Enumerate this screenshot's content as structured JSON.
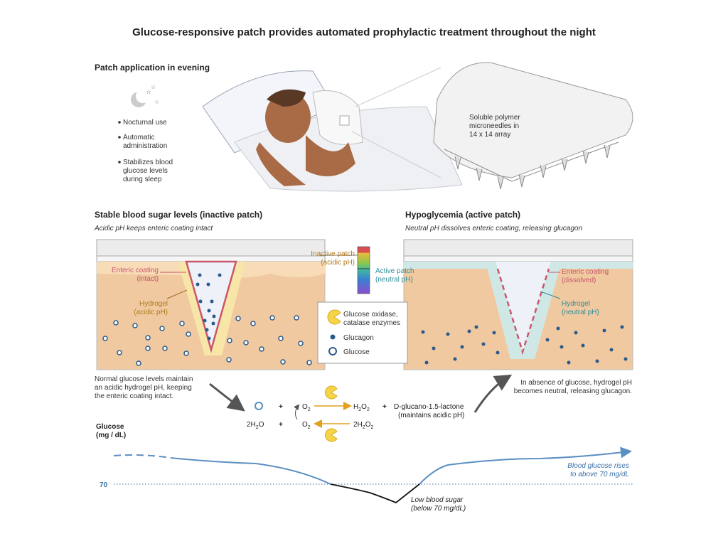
{
  "title": "Glucose-responsive patch provides automated prophylactic treatment throughout the night",
  "application": {
    "heading": "Patch application in evening",
    "bullets": [
      [
        "Nocturnal use"
      ],
      [
        "Automatic",
        "administration"
      ],
      [
        "Stabilizes blood",
        "glucose levels",
        "during sleep"
      ]
    ],
    "patch_caption": [
      "Soluble polymer",
      "microneedles in",
      "14 x 14 array"
    ]
  },
  "stable": {
    "heading": "Stable blood sugar levels (inactive patch)",
    "subtitle": "Acidic pH keeps enteric coating intact",
    "enteric": [
      "Enteric coating",
      "(intact)"
    ],
    "hydrogel": [
      "Hydrogel",
      "(acidic pH)"
    ],
    "caption": [
      "Normal glucose levels maintain",
      "an acidic hydrogel pH, keeping",
      "the enteric coating intact."
    ]
  },
  "hypo": {
    "heading": "Hypoglycemia (active patch)",
    "subtitle": "Neutral pH dissolves enteric coating, releasing glucagon",
    "enteric": [
      "Enteric coating",
      "(dissolved)"
    ],
    "hydrogel": [
      "Hydrogel",
      "(neutral pH)"
    ],
    "caption": [
      "In absence of glucose, hydrogel pH",
      "becomes neutral, releasing glucagon."
    ]
  },
  "ph_scale": {
    "inactive": [
      "Inactive patch",
      "(acidic pH)"
    ],
    "active": [
      "Active patch",
      "(neutral pH)"
    ]
  },
  "legend": {
    "enzyme": [
      "Glucose oxidase,",
      "catalase enzymes"
    ],
    "glucagon": "Glucagon",
    "glucose": "Glucose"
  },
  "reaction": {
    "plus": "+",
    "o2": "O",
    "h2o2": "H",
    "two_h2o": "2H",
    "two_h2o2": "2H",
    "lactone": [
      "D-glucano-1.5-lactone",
      "(maintains acidic pH)"
    ]
  },
  "glucose_chart": {
    "ylabel": [
      "Glucose",
      "(mg / dL)"
    ],
    "threshold_label": "70",
    "threshold": 70,
    "rise_label": [
      "Blood glucose rises",
      "to above 70 mg/dL"
    ],
    "low_label": [
      "Low blood sugar",
      "(below 70 mg/dL)"
    ]
  },
  "colors": {
    "skin": "#f0c9a0",
    "enteric": "#c9566b",
    "hydrogel": "#f7dd88",
    "glucagon": "#2b5a8c",
    "curve": "#5b8fc2",
    "enzyme": "#f5d547",
    "arrow": "#e0a020"
  }
}
